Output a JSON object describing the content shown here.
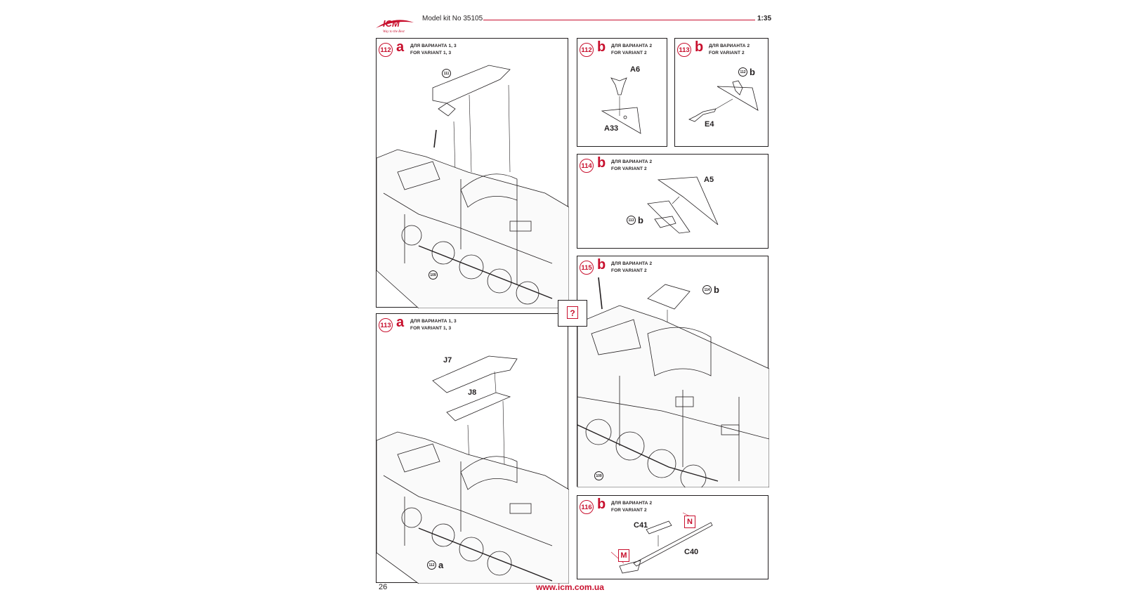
{
  "header": {
    "brand_logo": "ICM",
    "kit_title": "Model kit No 35105",
    "scale": "1:35"
  },
  "steps": [
    {
      "id": "step-112a",
      "number": "112",
      "letter": "a",
      "variant_ru": "ДЛЯ ВАРИАНТА 1, 3",
      "variant_en": "FOR VARIANT 1, 3",
      "refs": [
        {
          "num": "111"
        },
        {
          "num": "109"
        }
      ]
    },
    {
      "id": "step-113a",
      "number": "113",
      "letter": "a",
      "variant_ru": "ДЛЯ ВАРИАНТА 1, 3",
      "variant_en": "FOR VARIANT 1, 3",
      "labels": [
        "J7",
        "J8"
      ],
      "refs": [
        {
          "num": "112",
          "letter": "a"
        }
      ]
    },
    {
      "id": "step-112b",
      "number": "112",
      "letter": "b",
      "variant_ru": "ДЛЯ ВАРИАНТА 2",
      "variant_en": "FOR VARIANT 2",
      "labels": [
        "A6",
        "A33"
      ]
    },
    {
      "id": "step-113b",
      "number": "113",
      "letter": "b",
      "variant_ru": "ДЛЯ ВАРИАНТА 2",
      "variant_en": "FOR VARIANT 2",
      "labels": [
        "E4"
      ],
      "refs": [
        {
          "num": "112",
          "letter": "b"
        }
      ]
    },
    {
      "id": "step-114b",
      "number": "114",
      "letter": "b",
      "variant_ru": "ДЛЯ ВАРИАНТА 2",
      "variant_en": "FOR VARIANT 2",
      "labels": [
        "A5"
      ],
      "refs": [
        {
          "num": "113",
          "letter": "b"
        }
      ]
    },
    {
      "id": "step-115b",
      "number": "115",
      "letter": "b",
      "variant_ru": "ДЛЯ ВАРИАНТА 2",
      "variant_en": "FOR VARIANT 2",
      "refs": [
        {
          "num": "114",
          "letter": "b"
        },
        {
          "num": "109"
        }
      ]
    },
    {
      "id": "step-116b",
      "number": "116",
      "letter": "b",
      "variant_ru": "ДЛЯ ВАРИАНТА 2",
      "variant_en": "FOR VARIANT 2",
      "labels": [
        "C41",
        "C40"
      ],
      "tags": [
        "N",
        "M"
      ]
    }
  ],
  "question_mark": "?",
  "footer": {
    "page_number": "26",
    "website": "www.icm.com.ua"
  },
  "colors": {
    "accent": "#c8102e",
    "ink": "#231f20"
  }
}
